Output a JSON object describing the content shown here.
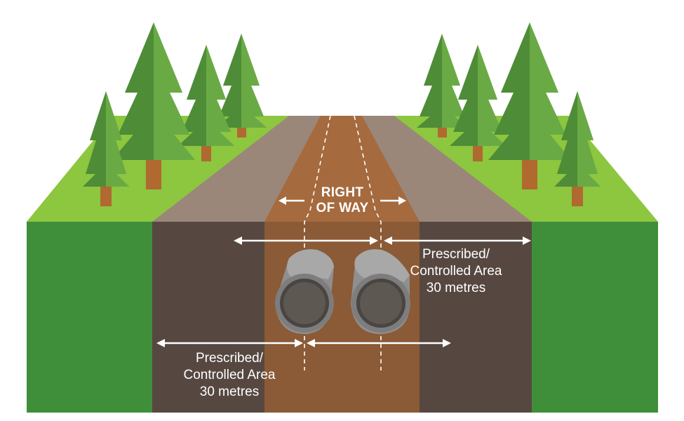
{
  "labels": {
    "right_of_way": [
      "RIGHT",
      "OF WAY"
    ],
    "left_area": [
      "Prescribed/",
      "Controlled Area",
      "30 metres"
    ],
    "right_area": [
      "Prescribed/",
      "Controlled Area",
      "30 metres"
    ]
  },
  "colors": {
    "grass_top": "#8dc63f",
    "grass_side": "#3f8f3a",
    "controlled_top": "#9a877a",
    "controlled_side": "#564841",
    "row_top": "#a56a3e",
    "row_side": "#8b5a36",
    "pipe_outer": "#8a8a8a",
    "pipe_inner": "#5a5550",
    "tree_light": "#6aaa45",
    "tree_dark": "#4e8c37",
    "trunk": "#b06a2f"
  }
}
